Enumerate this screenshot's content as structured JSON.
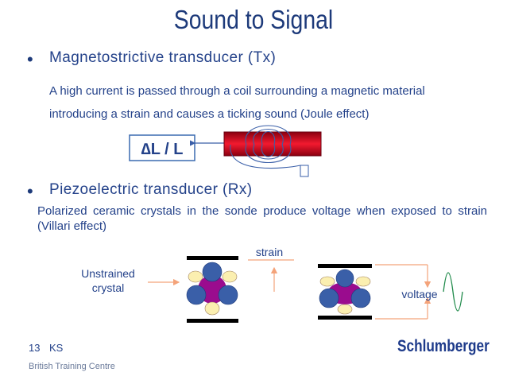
{
  "slide": {
    "title": "Sound to Signal",
    "bullet_char": "•",
    "bullet1_heading": "Magnetostrictive transducer  (Tx)",
    "bullet1_line1": "A high current is passed through a coil surrounding a magnetic material",
    "bullet1_line2": "introducing a strain and causes a ticking sound (Joule effect)",
    "dl_label": "∆L / L",
    "bullet2_heading": "Piezoelectric transducer     (Rx)",
    "bullet2_text": "Polarized ceramic crystals in the sonde produce voltage when exposed to strain (Villari effect)",
    "strain_label": "strain",
    "unstrained_line1": "Unstrained",
    "unstrained_line2": "crystal",
    "voltage_label": "voltage",
    "page_number": "13",
    "author": "KS",
    "brand": "Schlumberger",
    "footer_text": "British Training Centre"
  },
  "colors": {
    "title": "#1d3a7a",
    "text": "#24428a",
    "orange": "#f4a37a",
    "rod_red": "#e8192c",
    "crystal_blue": "#3a5fa8",
    "crystal_purple": "#9a0c8e",
    "crystal_cream": "#fbefb0"
  }
}
